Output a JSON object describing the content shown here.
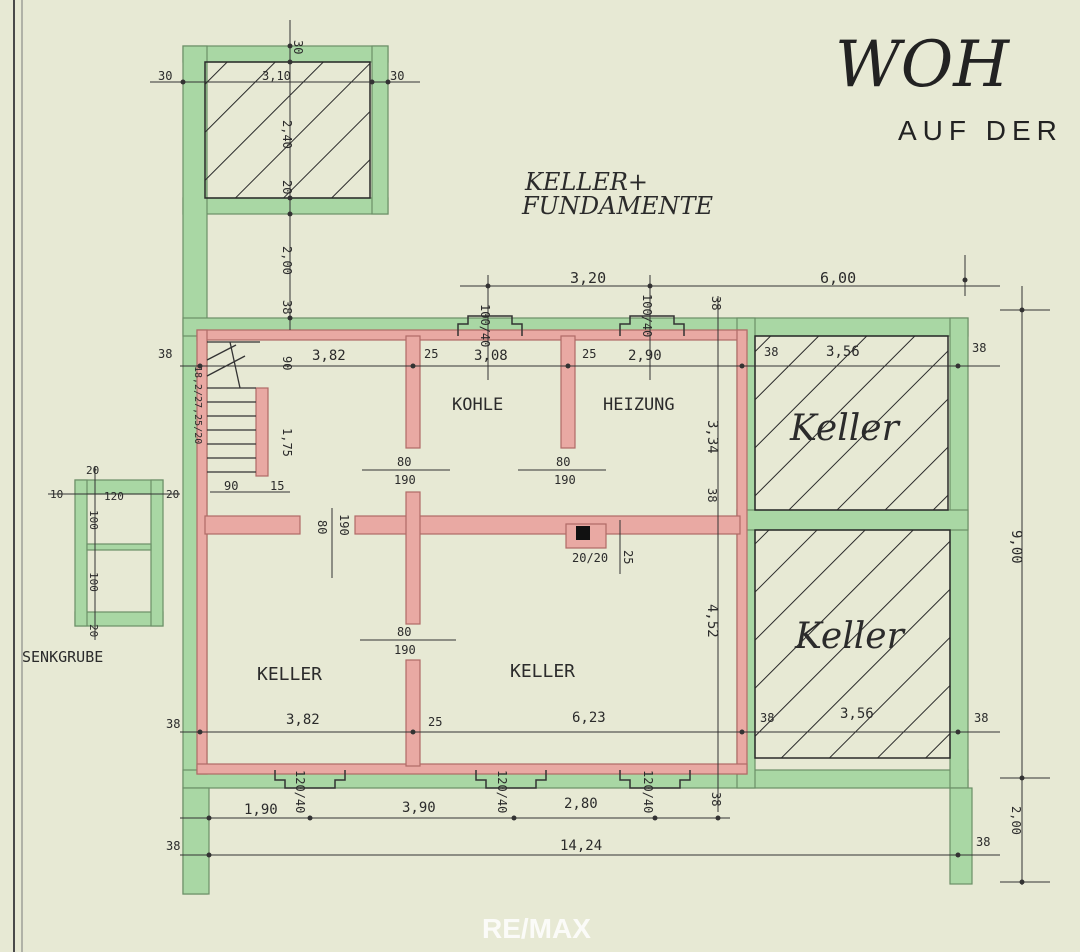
{
  "title": "WOH",
  "subtitle": "AUF DER",
  "heading_line1": "KELLER+",
  "heading_line2": "FUNDAMENTE",
  "rooms": {
    "kohle": "KOHLE",
    "heizung": "HEIZUNG",
    "keller_left": "KELLER",
    "keller_mid": "KELLER",
    "keller_right_top": "Keller",
    "keller_right_bottom": "Keller"
  },
  "senkgrube": "SENKGRUBE",
  "watermark": "RE/MAX",
  "dims": {
    "top30": "30",
    "left30": "30",
    "right30": "30",
    "w310": "3,10",
    "h240": "2,40",
    "d20top": "20",
    "d200": "2,00",
    "d38top": "38",
    "d320": "3,20",
    "d600": "6,00",
    "win1": "100/40",
    "win2": "100/40",
    "d38a": "38",
    "d38left": "38",
    "d382top": "3,82",
    "d25a": "25",
    "d308": "3,08",
    "d25b": "25",
    "d290": "2,90",
    "d38b": "38",
    "d356top": "3,56",
    "d38c": "38",
    "d90": "90",
    "d175": "1,75",
    "stair": "18,2/27,25/20",
    "door80a": "80",
    "door190a": "190",
    "door80b": "80",
    "door190b": "190",
    "d90b": "90",
    "d15": "15",
    "d334": "3,34",
    "d38d": "38",
    "door80c": "80",
    "door190c": "190",
    "chimney": "20/20",
    "d25c": "25",
    "door80d": "80",
    "door190d": "190",
    "d452": "4,52",
    "d900": "9,00",
    "d38e": "38",
    "d382bot": "3,82",
    "d25d": "25",
    "d623": "6,23",
    "d38f": "38",
    "d356bot": "3,56",
    "d38g": "38",
    "win3": "120/40",
    "win4": "120/40",
    "win5": "120/40",
    "d190": "1,90",
    "d390": "3,90",
    "d280": "2,80",
    "d38h": "38",
    "d38i": "38",
    "d1424": "14,24",
    "d38j": "38",
    "d200r": "2,00",
    "sg20a": "20",
    "sg10": "10",
    "sg120": "120",
    "sg20b": "20",
    "sg100a": "100",
    "sg100b": "100",
    "sg20c": "20"
  }
}
